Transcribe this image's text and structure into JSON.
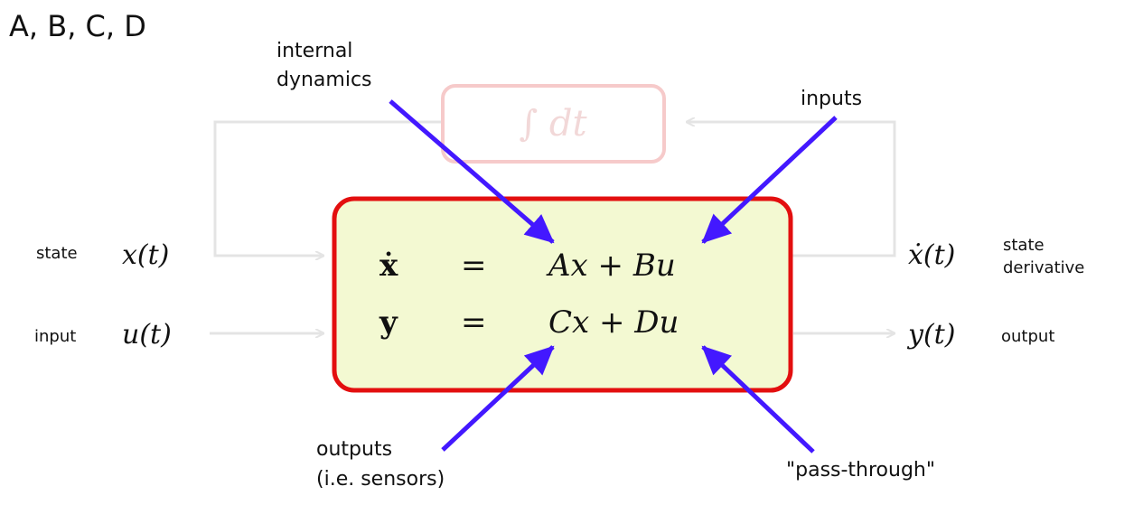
{
  "title": "A, B, C, D",
  "integrator": {
    "label": "∫ dt"
  },
  "equations": {
    "row1": {
      "lhs": "ẋ",
      "op": "=",
      "rhs": "Ax + Bu"
    },
    "row2": {
      "lhs": "y",
      "op": "=",
      "rhs": "Cx + Du"
    }
  },
  "signals": {
    "state": {
      "symbol": "x(t)",
      "label": "state"
    },
    "input": {
      "symbol": "u(t)",
      "label": "input"
    },
    "state_derivative": {
      "symbol": "ẋ(t)",
      "label_line1": "state",
      "label_line2": "derivative"
    },
    "output": {
      "symbol": "y(t)",
      "label": "output"
    }
  },
  "annotations": {
    "internal_dynamics": {
      "line1": "internal",
      "line2": "dynamics"
    },
    "inputs": {
      "text": "inputs"
    },
    "outputs": {
      "line1": "outputs",
      "line2": "(i.e. sensors)"
    },
    "pass_through": {
      "text": "\"pass-through\""
    }
  },
  "colors": {
    "box_fill": "#f3f9d2",
    "box_border": "#e30f0f",
    "arrow": "#4318ff",
    "faded_line": "#e4e4e4",
    "integrator_border": "#f6caca"
  }
}
